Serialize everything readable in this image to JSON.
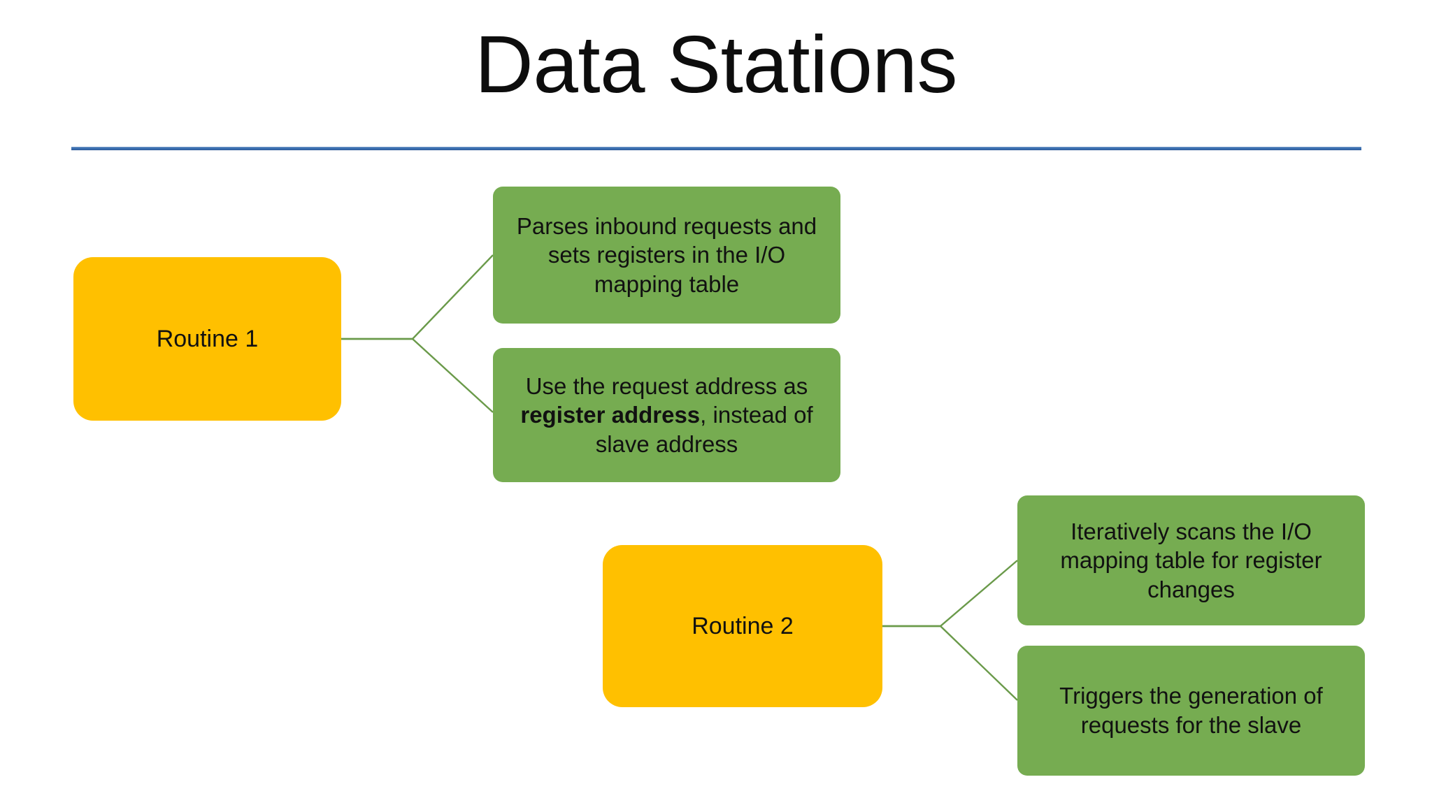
{
  "slide": {
    "title": "Data Stations",
    "background_color": "#ffffff",
    "rule_color": "#3b6fb0"
  },
  "palette": {
    "routine_fill": "#ffc000",
    "detail_fill": "#76ac51",
    "connector_line": "#6a9a4a",
    "text": "#111111"
  },
  "diagram": {
    "groups": [
      {
        "root": {
          "label": "Routine 1",
          "fill": "#ffc000"
        },
        "children": [
          {
            "text": "Parses inbound requests and sets registers in the I/O mapping table",
            "bold_segment": "",
            "fill": "#76ac51"
          },
          {
            "text_before": "Use the request address as ",
            "bold_segment": "register address",
            "text_after": ", instead of slave address",
            "fill": "#76ac51"
          }
        ]
      },
      {
        "root": {
          "label": "Routine 2",
          "fill": "#ffc000"
        },
        "children": [
          {
            "text": "Iteratively scans the I/O mapping table for register changes",
            "bold_segment": "",
            "fill": "#76ac51"
          },
          {
            "text": "Triggers the generation of requests for the slave",
            "bold_segment": "",
            "fill": "#76ac51"
          }
        ]
      }
    ]
  }
}
